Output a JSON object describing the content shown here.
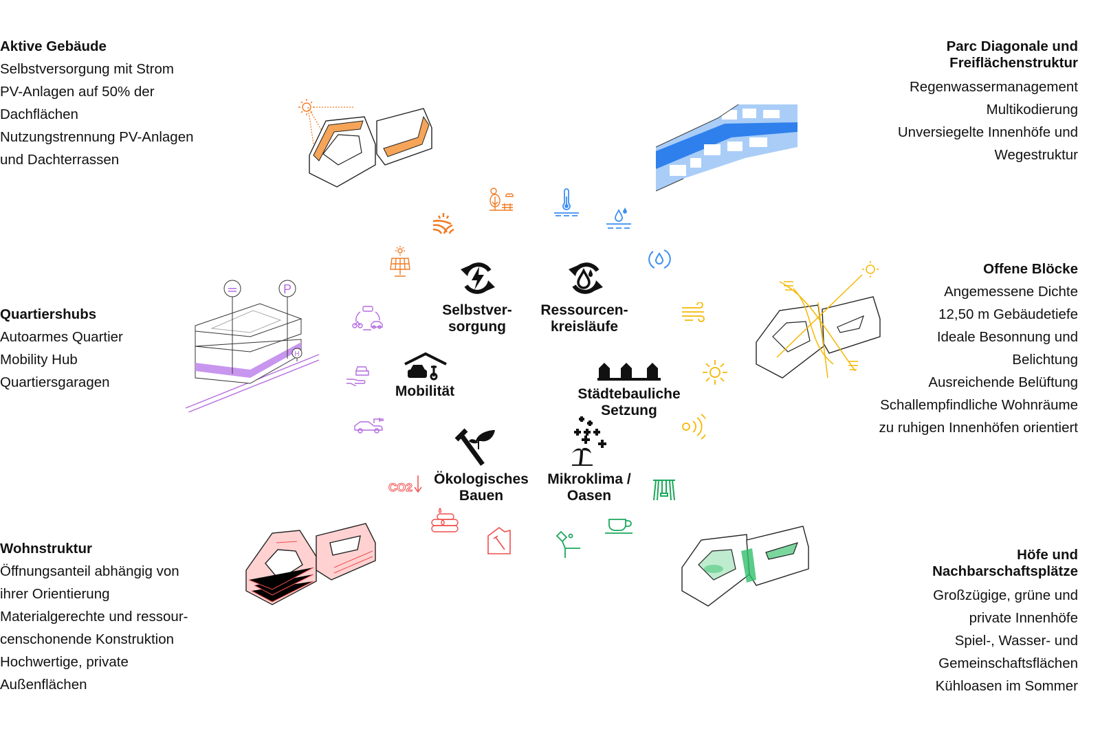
{
  "colors": {
    "orange": "#f07a22",
    "blue": "#3b8ff2",
    "purple": "#b36be0",
    "yellow": "#f5b700",
    "red": "#f04b4b",
    "green": "#19a75a",
    "black": "#111111"
  },
  "blocks": {
    "aktive": {
      "title": "Aktive Gebäude",
      "lines": [
        "Selbstversorgung mit Strom",
        "PV-Anlagen auf 50% der",
        "Dachflächen",
        "Nutzungstrennung PV-Anlagen",
        "und Dachterrassen"
      ]
    },
    "quartier": {
      "title": "Quartiershubs",
      "lines": [
        "Autoarmes Quartier",
        "Mobility Hub",
        "Quartiersgaragen"
      ]
    },
    "wohn": {
      "title": "Wohnstruktur",
      "lines": [
        "Öffnungsanteil abhängig von",
        "ihrer Orientierung",
        "Materialgerechte und ressour-",
        "censchonende Konstruktion",
        "Hochwertige, private",
        "Außenflächen"
      ]
    },
    "parc": {
      "title1": "Parc Diagonale und",
      "title2": "Freiflächenstruktur",
      "lines": [
        "Regenwassermanagement",
        "Multikodierung",
        "Unversiegelte Innenhöfe und",
        "Wegestruktur"
      ]
    },
    "offene": {
      "title": "Offene Blöcke",
      "lines": [
        "Angemessene Dichte",
        "12,50 m Gebäudetiefe",
        "Ideale Besonnung und",
        "Belichtung",
        "Ausreichende Belüftung",
        "Schallempfindliche Wohnräume",
        "zu ruhigen Innenhöfen orientiert"
      ]
    },
    "hoefe": {
      "title1": "Höfe und",
      "title2": "Nachbarschaftsplätze",
      "lines": [
        "Großzügige, grüne und",
        "private Innenhöfe",
        "Spiel-, Wasser- und",
        "Gemeinschaftsflächen",
        "Kühloasen im Sommer"
      ]
    }
  },
  "center": {
    "selbst": [
      "Selbstver-",
      "sorgung"
    ],
    "ress": [
      "Ressourcen-",
      "kreisläufe"
    ],
    "mob": [
      "Mobilität"
    ],
    "staedte": [
      "Städtebauliche",
      "Setzung"
    ],
    "oeko": [
      "Ökologisches",
      "Bauen"
    ],
    "mikro": [
      "Mikroklima /",
      "Oasen"
    ]
  },
  "hub_signs": {
    "parking": "P",
    "stop": "H"
  },
  "co2_label": "CO2"
}
